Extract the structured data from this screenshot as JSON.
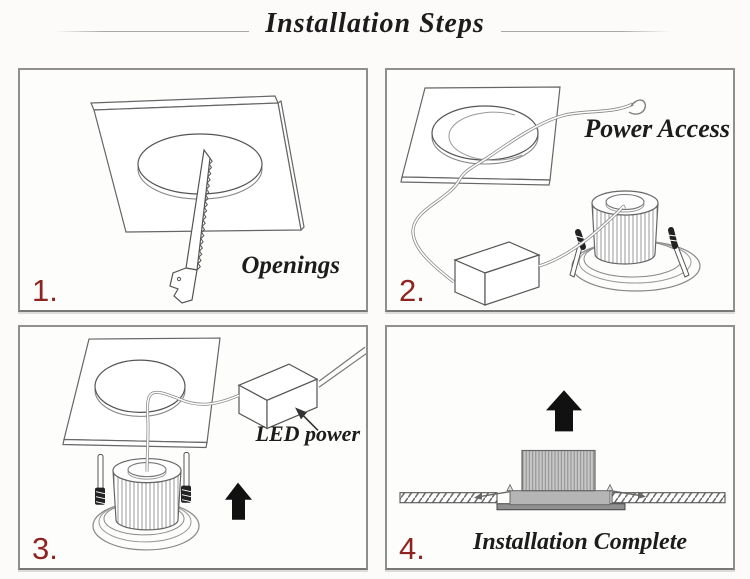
{
  "title": "Installation Steps",
  "steps": [
    {
      "number": "1.",
      "caption": "Openings"
    },
    {
      "number": "2.",
      "caption": "Power Access"
    },
    {
      "number": "3.",
      "caption": "LED power"
    },
    {
      "number": "4.",
      "caption": "Installation Complete"
    }
  ],
  "colors": {
    "step_number": "#8e2420",
    "text": "#1c1c1c",
    "panel_border": "#8f8f8f",
    "rule": "#a8a8a8"
  }
}
